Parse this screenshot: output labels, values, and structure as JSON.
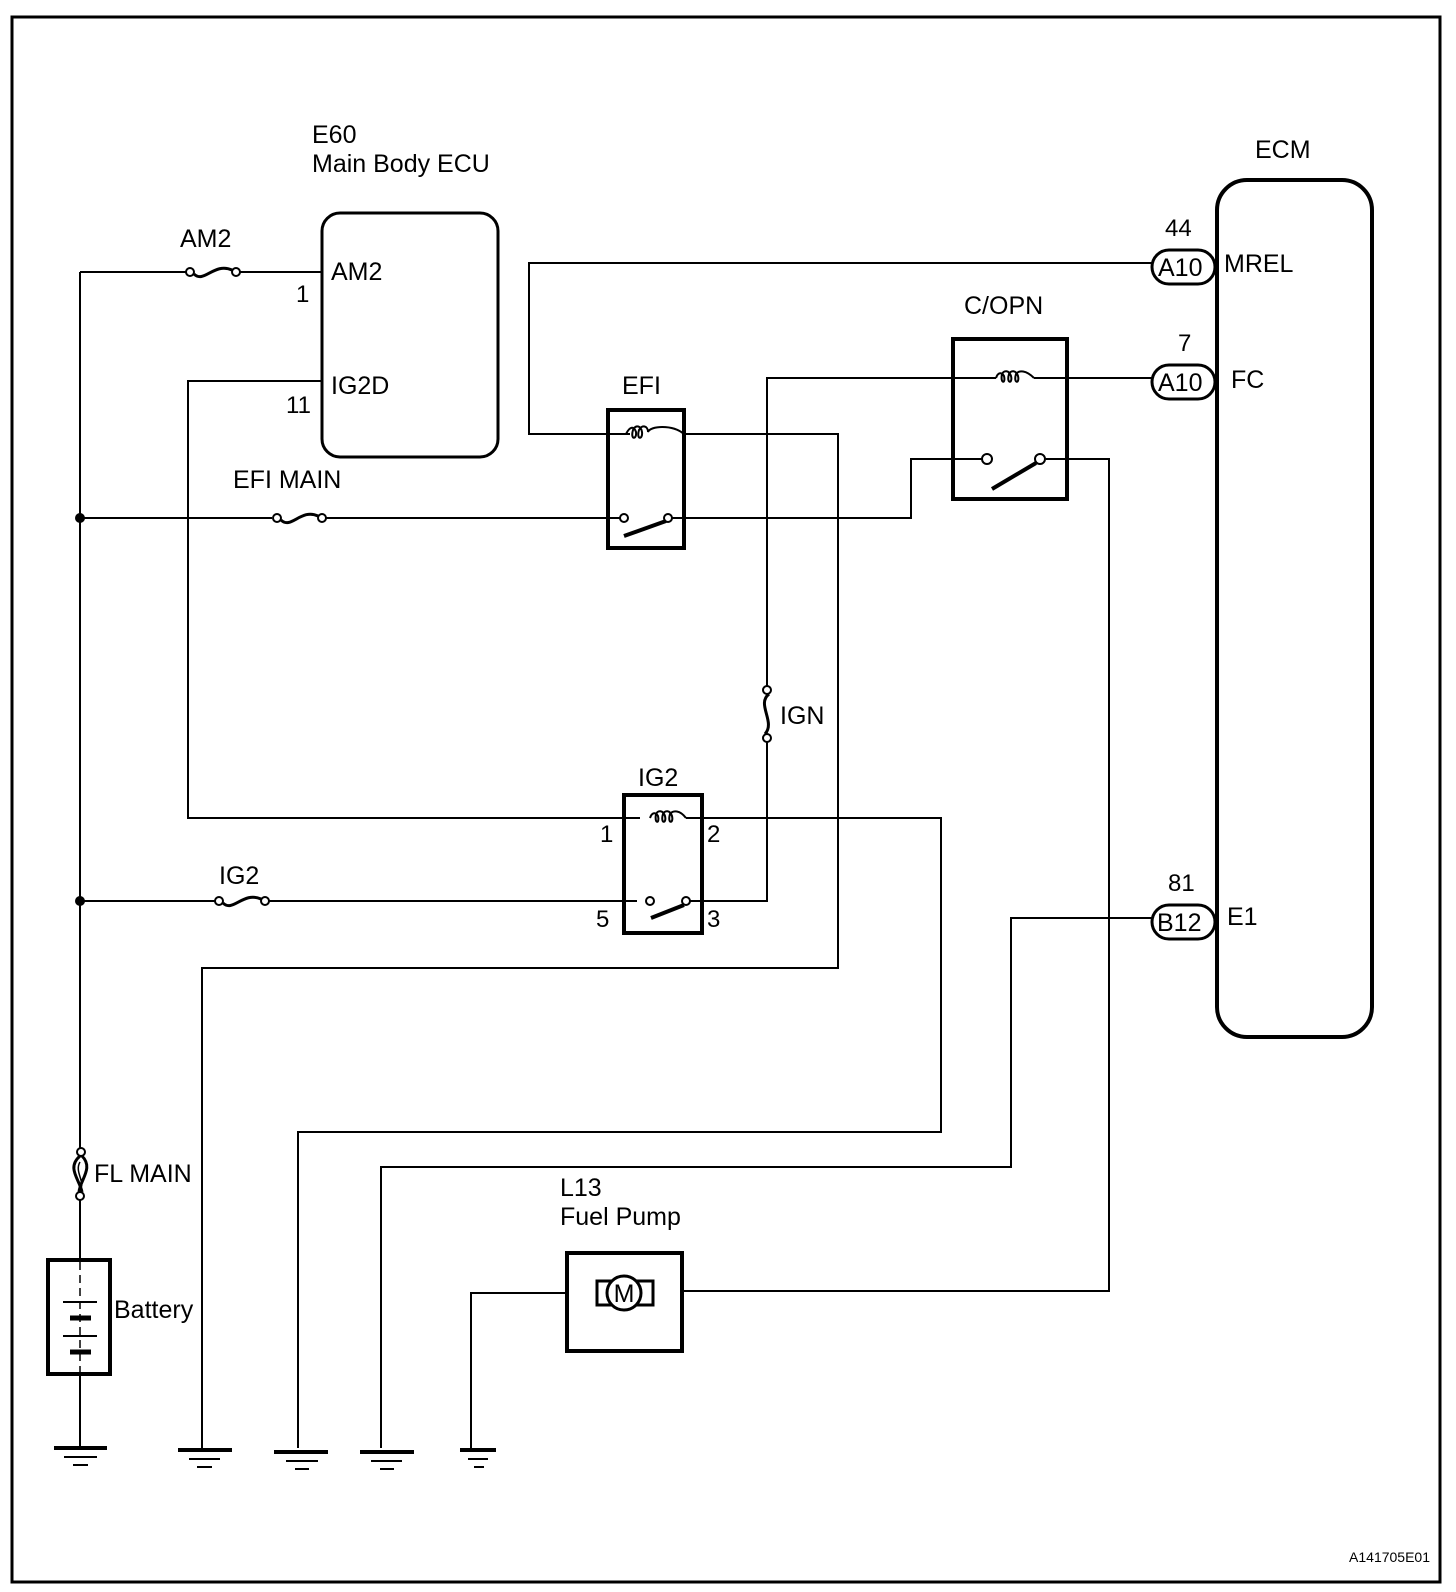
{
  "diagram": {
    "type": "wiring-diagram",
    "reference_code": "A141705E01",
    "colors": {
      "line": "#000000",
      "background": "#ffffff"
    },
    "components": {
      "main_body_ecu": {
        "code": "E60",
        "name": "Main Body ECU",
        "pins": [
          {
            "number": "1",
            "name": "AM2"
          },
          {
            "number": "11",
            "name": "IG2D"
          }
        ]
      },
      "ecm": {
        "name": "ECM",
        "pins": [
          {
            "number": "44",
            "connector": "A10",
            "name": "MREL"
          },
          {
            "number": "7",
            "connector": "A10",
            "name": "FC"
          },
          {
            "number": "81",
            "connector": "B12",
            "name": "E1"
          }
        ]
      },
      "fuel_pump": {
        "code": "L13",
        "name": "Fuel Pump",
        "symbol": "M"
      },
      "battery": {
        "name": "Battery"
      },
      "relays": {
        "efi": {
          "name": "EFI"
        },
        "c_opn": {
          "name": "C/OPN"
        },
        "ig2": {
          "name": "IG2",
          "pins": {
            "coil_in": "1",
            "coil_out": "2",
            "switch_in": "5",
            "switch_out": "3"
          }
        }
      },
      "fuses": {
        "am2": "AM2",
        "efi_main": "EFI MAIN",
        "ig2": "IG2",
        "ign": "IGN",
        "fl_main": "FL MAIN"
      }
    }
  }
}
